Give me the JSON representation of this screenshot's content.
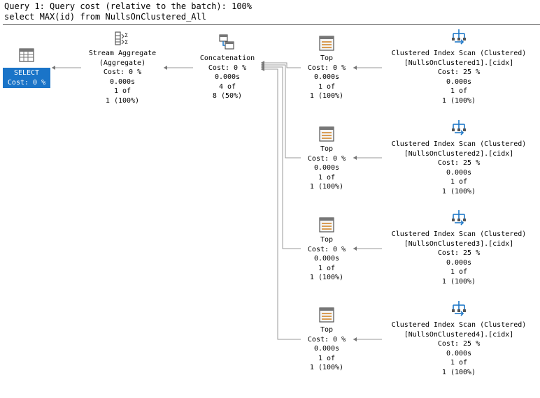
{
  "header": {
    "line1": "Query 1: Query cost (relative to the batch): 100%",
    "line2": "select MAX(id) from NullsOnClustered_All"
  },
  "colors": {
    "selected": "#1a74c8",
    "icon_blue": "#1e78c8",
    "icon_gray": "#555555",
    "link": "#999999"
  },
  "nodes": {
    "select": {
      "icon": "table-grid-icon",
      "name": "SELECT",
      "cost": "Cost: 0 %"
    },
    "stream_aggregate": {
      "icon": "stream-aggregate-icon",
      "name": "Stream Aggregate",
      "sub": "(Aggregate)",
      "cost": "Cost: 0 %",
      "time": "0.000s",
      "rows": "1 of",
      "pct": "1 (100%)"
    },
    "concatenation": {
      "icon": "concatenation-icon",
      "name": "Concatenation",
      "cost": "Cost: 0 %",
      "time": "0.000s",
      "rows": "4 of",
      "pct": "8 (50%)"
    },
    "tops": [
      {
        "icon": "top-icon",
        "name": "Top",
        "cost": "Cost: 0 %",
        "time": "0.000s",
        "rows": "1 of",
        "pct": "1 (100%)"
      },
      {
        "icon": "top-icon",
        "name": "Top",
        "cost": "Cost: 0 %",
        "time": "0.000s",
        "rows": "1 of",
        "pct": "1 (100%)"
      },
      {
        "icon": "top-icon",
        "name": "Top",
        "cost": "Cost: 0 %",
        "time": "0.000s",
        "rows": "1 of",
        "pct": "1 (100%)"
      },
      {
        "icon": "top-icon",
        "name": "Top",
        "cost": "Cost: 0 %",
        "time": "0.000s",
        "rows": "1 of",
        "pct": "1 (100%)"
      }
    ],
    "scans": [
      {
        "icon": "clustered-index-scan-icon",
        "name": "Clustered Index Scan (Clustered)",
        "object": "[NullsOnClustered1].[cidx]",
        "cost": "Cost: 25 %",
        "time": "0.000s",
        "rows": "1 of",
        "pct": "1 (100%)"
      },
      {
        "icon": "clustered-index-scan-icon",
        "name": "Clustered Index Scan (Clustered)",
        "object": "[NullsOnClustered2].[cidx]",
        "cost": "Cost: 25 %",
        "time": "0.000s",
        "rows": "1 of",
        "pct": "1 (100%)"
      },
      {
        "icon": "clustered-index-scan-icon",
        "name": "Clustered Index Scan (Clustered)",
        "object": "[NullsOnClustered3].[cidx]",
        "cost": "Cost: 25 %",
        "time": "0.000s",
        "rows": "1 of",
        "pct": "1 (100%)"
      },
      {
        "icon": "clustered-index-scan-icon",
        "name": "Clustered Index Scan (Clustered)",
        "object": "[NullsOnClustered4].[cidx]",
        "cost": "Cost: 25 %",
        "time": "0.000s",
        "rows": "1 of",
        "pct": "1 (100%)"
      }
    ]
  }
}
